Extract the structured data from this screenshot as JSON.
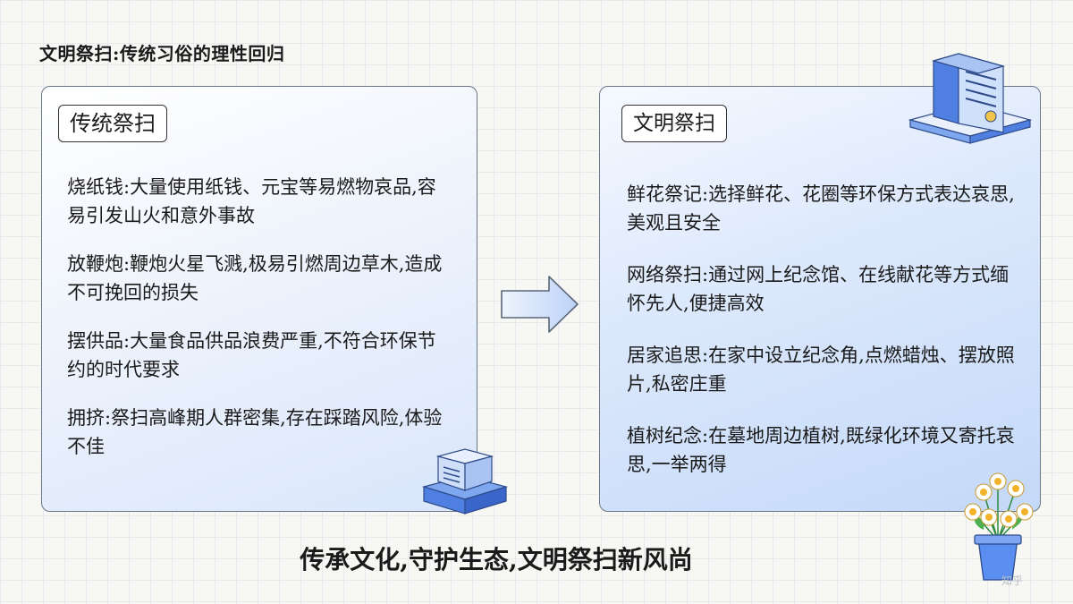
{
  "title": "文明祭扫:传统习俗的理性回归",
  "left_panel": {
    "tag": "传统祭扫",
    "items": [
      "烧纸钱:大量使用纸钱、元宝等易燃物哀品,容易引发山火和意外事故",
      "放鞭炮:鞭炮火星飞溅,极易引燃周边草木,造成不可挽回的损失",
      "摆供品:大量食品供品浪费严重,不符合环保节约的时代要求",
      "拥挤:祭扫高峰期人群密集,存在踩踏风险,体验不佳"
    ]
  },
  "right_panel": {
    "tag": "文明祭扫",
    "items": [
      "鲜花祭记:选择鲜花、花圈等环保方式表达哀思,美观且安全",
      "网络祭扫:通过网上纪念馆、在线献花等方式缅怀先人,便捷高效",
      "居家追思:在家中设立纪念角,点燃蜡烛、摆放照片,私密庄重",
      "植树纪念:在墓地周边植树,既绿化环境又寄托哀思,一举两得"
    ]
  },
  "footer": "传承文化,守护生态,文明祭扫新风尚",
  "watermark": "知乎",
  "colors": {
    "accent_blue": "#5b8de8",
    "arrow_fill": "#dbe7fb",
    "panel_border": "#6b7686"
  }
}
